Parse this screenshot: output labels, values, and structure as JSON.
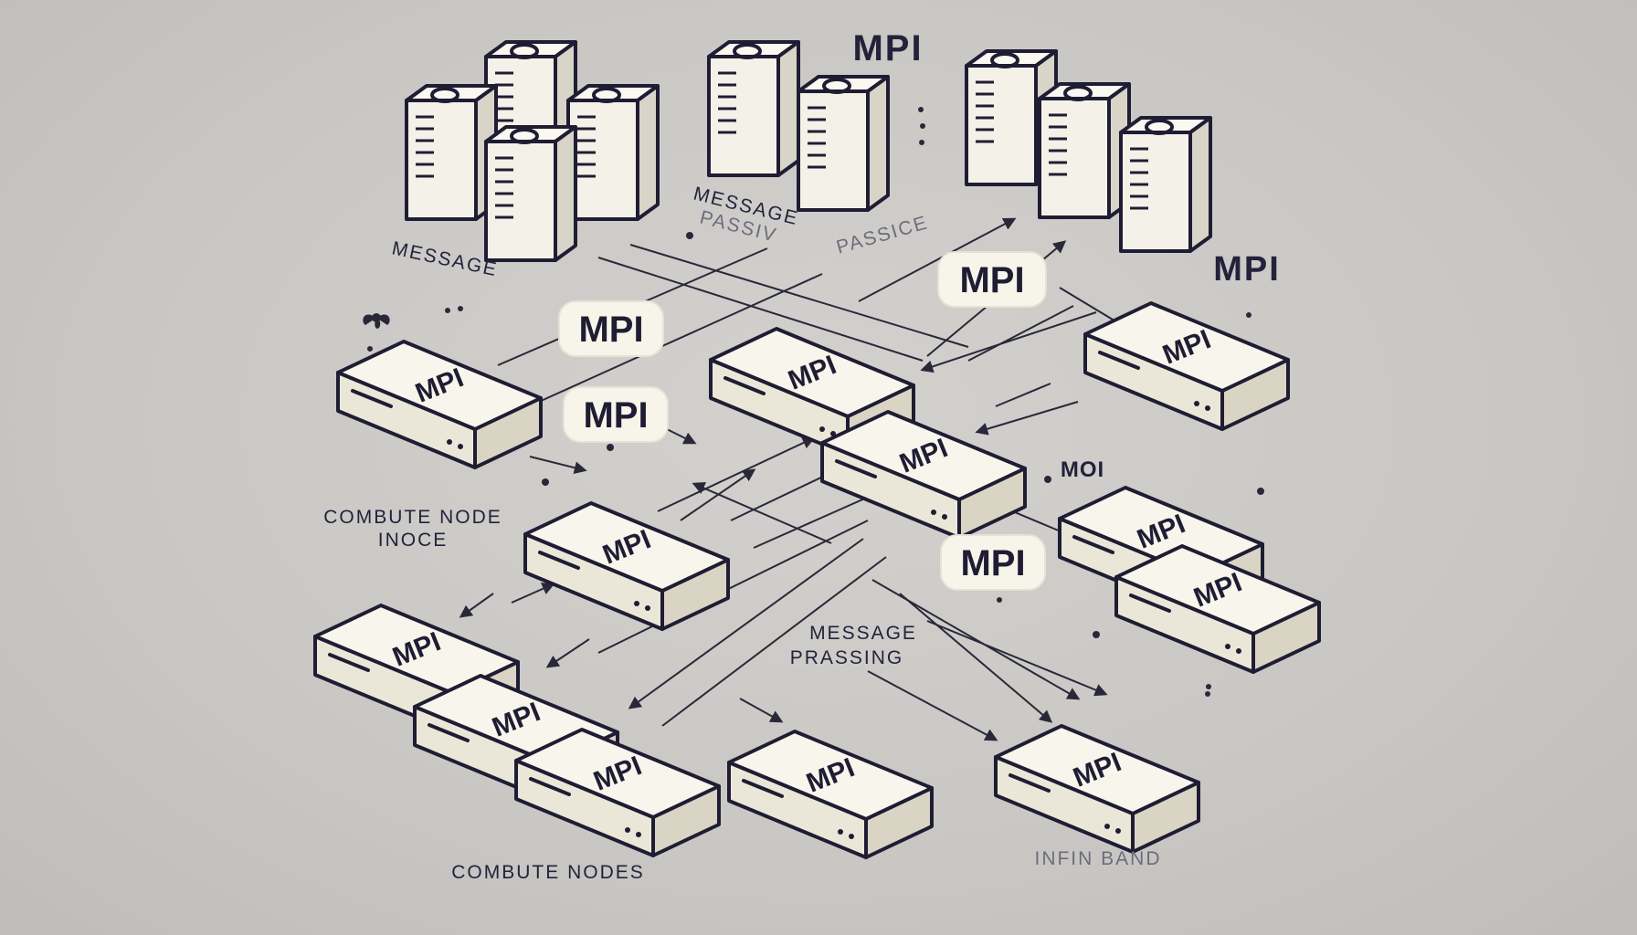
{
  "labels": {
    "top_title": "MPI",
    "message_left": "MESSAGE",
    "message_center_1": "MESSAGE",
    "message_center_2": "PASSIV",
    "passive": "PASSICE",
    "mpi_right": "MPI",
    "compute_node_1": "COMBUTE NODE",
    "compute_node_2": "INOCE",
    "message_passing_1": "MESSAGE",
    "message_passing_2": "PRASSING",
    "compute_nodes": "COMBUTE NODES",
    "infiniband": "INFIN  BAND",
    "small_mpi": "MOI"
  },
  "bubbles": [
    "MPI",
    "MPI",
    "MPI",
    "MPI"
  ],
  "nodes": [
    "MPI",
    "MPI",
    "MPI",
    "MPI",
    "MPI",
    "MPI",
    "MPI",
    "MPI",
    "MPI",
    "MPI",
    "MPI",
    "MPI"
  ],
  "colors": {
    "background": "#c9c7c4",
    "node_fill": "#f6f3e6",
    "outline": "#1f1d33",
    "server_fill": "#f4f1e8"
  }
}
